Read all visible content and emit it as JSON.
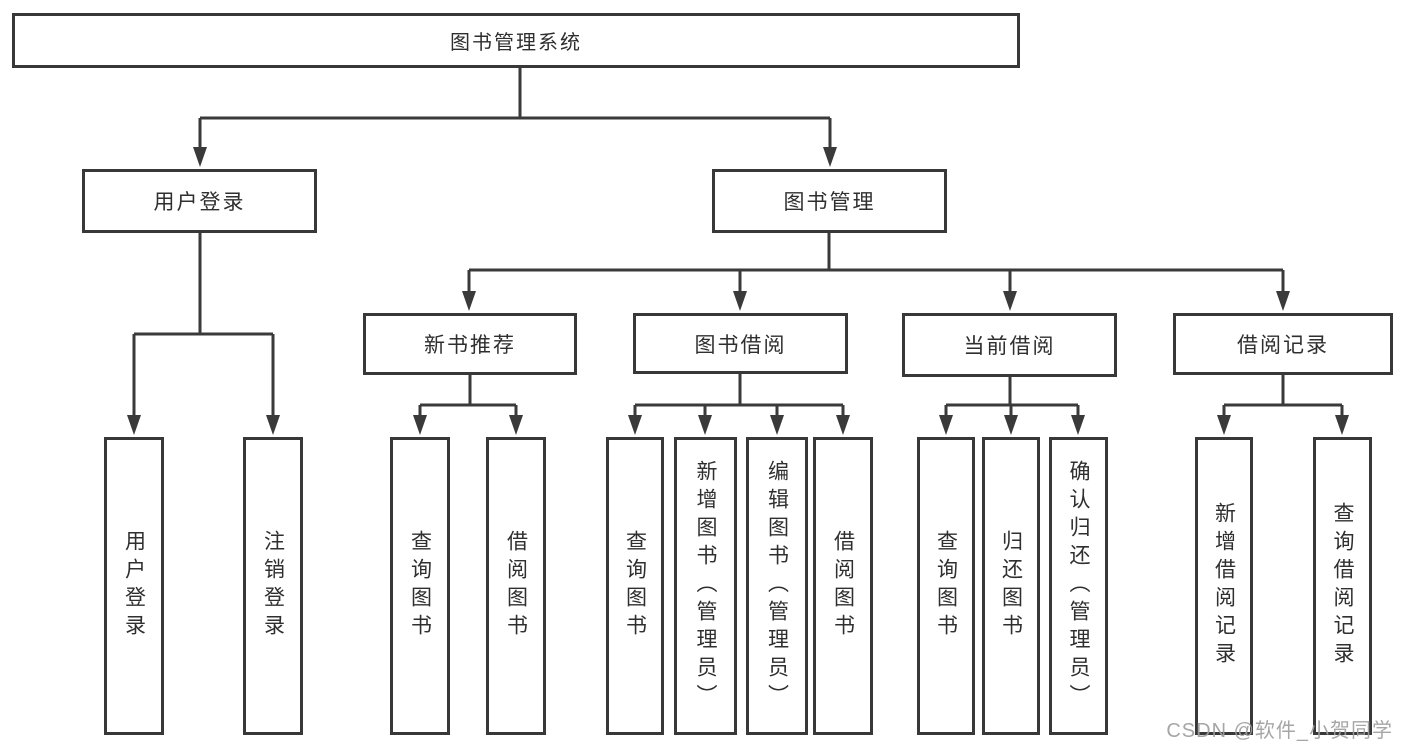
{
  "diagram_type": "functional-structure-tree",
  "tree": {
    "root": {
      "label": "图书管理系统",
      "children": [
        {
          "label": "用户登录",
          "children": [
            {
              "label": "用户登录"
            },
            {
              "label": "注销登录"
            }
          ]
        },
        {
          "label": "图书管理",
          "children": [
            {
              "label": "新书推荐",
              "children": [
                {
                  "label": "查询图书"
                },
                {
                  "label": "借阅图书"
                }
              ]
            },
            {
              "label": "图书借阅",
              "children": [
                {
                  "label": "查询图书"
                },
                {
                  "label": "新增图书（管理员）"
                },
                {
                  "label": "编辑图书（管理员）"
                },
                {
                  "label": "借阅图书"
                }
              ]
            },
            {
              "label": "当前借阅",
              "children": [
                {
                  "label": "查询图书"
                },
                {
                  "label": "归还图书"
                },
                {
                  "label": "确认归还（管理员）"
                }
              ]
            },
            {
              "label": "借阅记录",
              "children": [
                {
                  "label": "新增借阅记录"
                },
                {
                  "label": "查询借阅记录"
                }
              ]
            }
          ]
        }
      ]
    }
  },
  "watermark": {
    "text": "CSDN @软件_小贺同学"
  },
  "colors": {
    "background": "#ffffff",
    "box_border": "#383838",
    "connector_line": "#3a3a3a",
    "arrowhead": "#3a3a3a",
    "text": "#2f2f2f",
    "watermark_text": "#9e9e9e"
  }
}
